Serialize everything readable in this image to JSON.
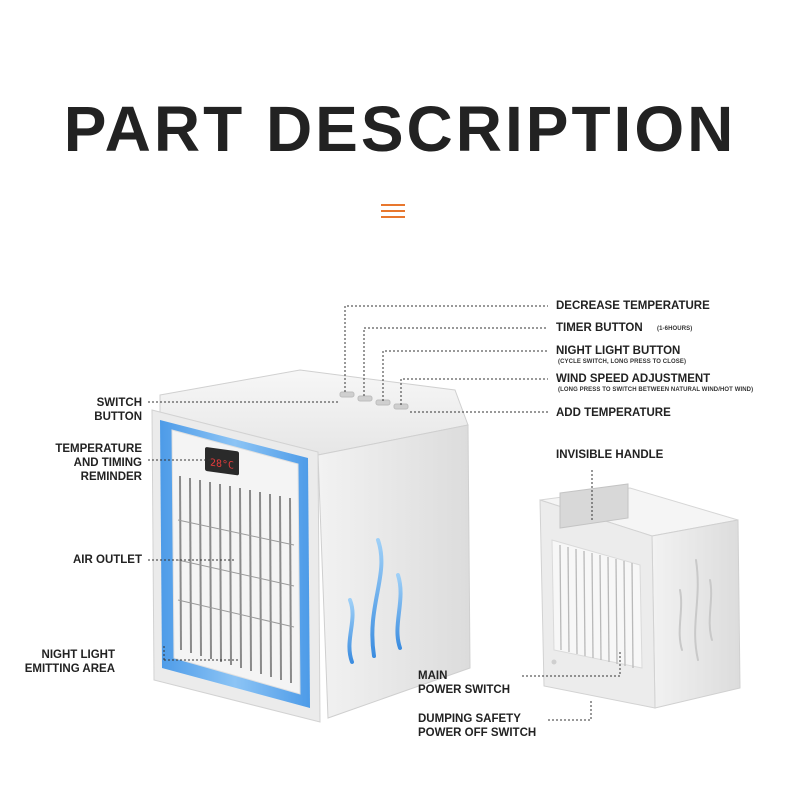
{
  "title": "PART DESCRIPTION",
  "accent_color": "#e8772e",
  "display_reading": "28°C",
  "labels": {
    "decrease_temperature": "DECREASE TEMPERATURE",
    "timer_button": "TIMER BUTTON",
    "timer_button_note": "(1-6HOURS)",
    "night_light_button": "NIGHT LIGHT BUTTON",
    "night_light_button_note": "(CYCLE SWITCH, LONG PRESS TO CLOSE)",
    "wind_speed_adjustment": "WIND SPEED ADJUSTMENT",
    "wind_speed_adjustment_note": "(LONG PRESS TO SWITCH BETWEEN NATURAL WIND/HOT WIND)",
    "add_temperature": "ADD TEMPERATURE",
    "switch_button": "SWITCH\nBUTTON",
    "temperature_timing_reminder": "TEMPERATURE\nAND TIMING\nREMINDER",
    "air_outlet": "AIR OUTLET",
    "night_light_emitting_area": "NIGHT LIGHT\nEMITTING AREA",
    "invisible_handle": "INVISIBLE HANDLE",
    "main_power_switch": "MAIN\nPOWER SWITCH",
    "dumping_safety_power_off_switch": "DUMPING SAFETY\nPOWER OFF SWITCH"
  }
}
